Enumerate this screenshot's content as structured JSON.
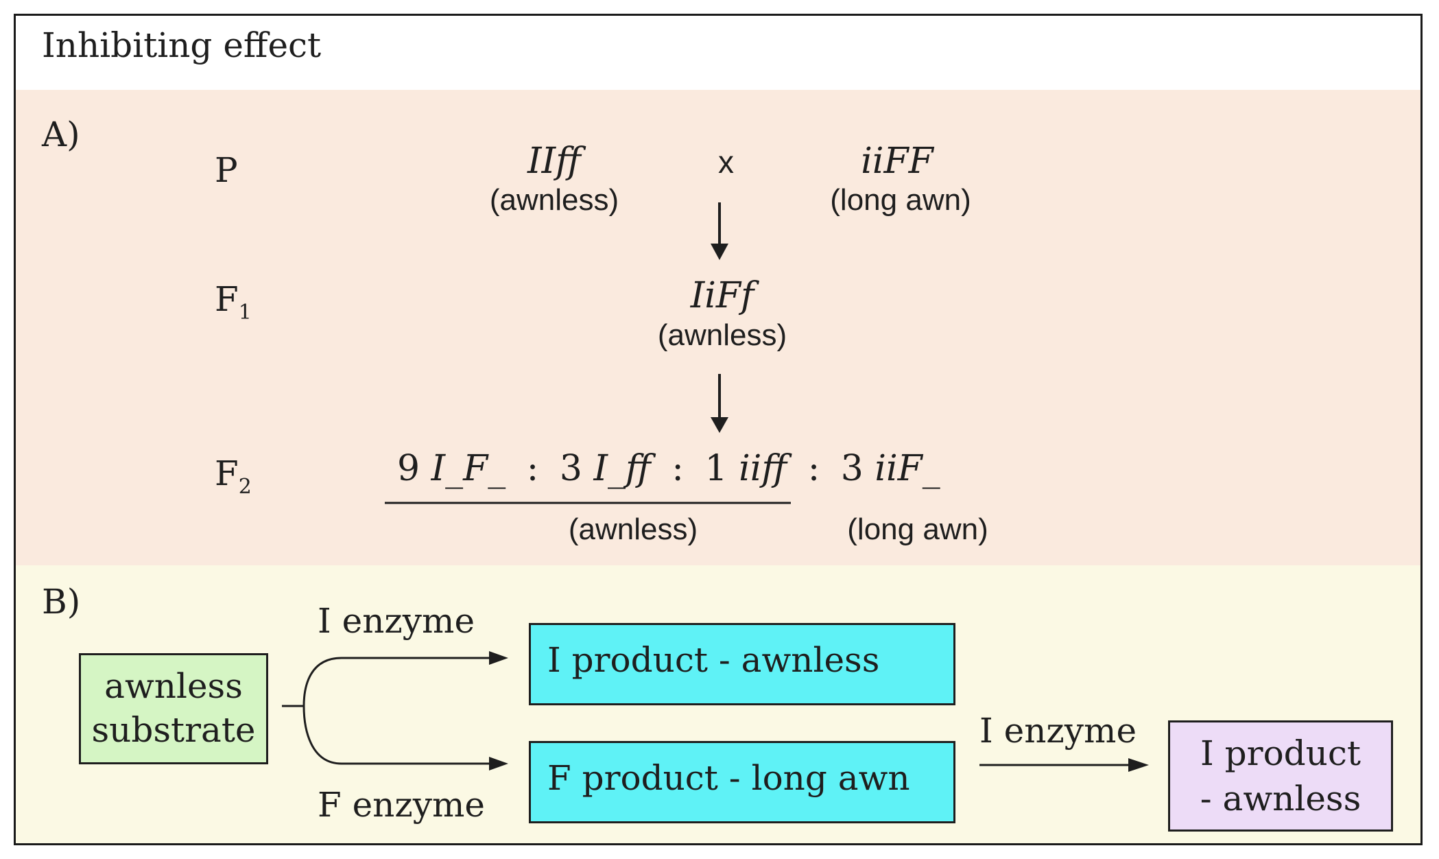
{
  "title": "Inhibiting effect",
  "panel_a": {
    "label": "A)",
    "rows": {
      "p": "P",
      "f1": "F",
      "f1_sub": "1",
      "f2": "F",
      "f2_sub": "2"
    },
    "parent1": {
      "genotype": "IIff",
      "phenotype": "(awnless)"
    },
    "cross_symbol": "x",
    "parent2": {
      "genotype": "iiFF",
      "phenotype": "(long awn)"
    },
    "f1_offspring": {
      "genotype": "IiFf",
      "phenotype": "(awnless)"
    },
    "f2_ratio": {
      "n1": "9",
      "g1": "I_F_",
      "sep1": ":",
      "n2": "3",
      "g2": "I_ff",
      "sep2": ":",
      "n3": "1",
      "g3": "iiff",
      "sep3": ":",
      "n4": "3",
      "g4": "iiF_",
      "awnless_label": "(awnless)",
      "long_awn_label": "(long awn)"
    }
  },
  "panel_b": {
    "label": "B)",
    "substrate": {
      "line1": "awnless",
      "line2": "substrate",
      "color": "#d5f5c4"
    },
    "i_enzyme_label": "I enzyme",
    "f_enzyme_label": "F enzyme",
    "i_product": {
      "text": "I product  -  awnless",
      "color": "#5ff2f6"
    },
    "f_product": {
      "text": "F product  -  long awn",
      "color": "#5ff2f6"
    },
    "i_enzyme_label_2": "I enzyme",
    "final_product": {
      "line1": "I product",
      "line2": "- awnless",
      "color": "#eddcf7"
    }
  }
}
